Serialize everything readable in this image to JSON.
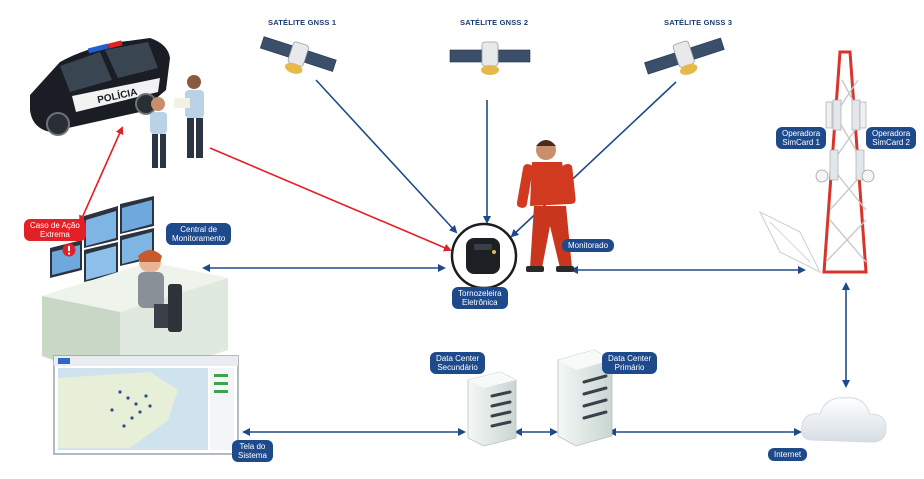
{
  "satellites": [
    {
      "label": "SATÉLITE GNSS 1"
    },
    {
      "label": "SATÉLITE GNSS 2"
    },
    {
      "label": "SATÉLITE GNSS 3"
    }
  ],
  "nodes": {
    "police_car_text": "POLÍCIA",
    "extreme_case": "Caso de Ação\nExtrema",
    "monitoring_center": "Central de\nMonitoramento",
    "ankle_monitor": "Tornozeleira\nEletrônica",
    "monitored": "Monitorado",
    "operator1": "Operadora\nSimCard 1",
    "operator2": "Operadora\nSimCard 2",
    "dc_secondary": "Data Center\nSecundário",
    "dc_primary": "Data Center\nPrimário",
    "system_screen": "Tela do\nSistema",
    "internet": "Internet"
  },
  "colors": {
    "blue_arrow": "#1e4a8c",
    "red_arrow": "#e32026",
    "label_bg": "#1e4a8c"
  }
}
